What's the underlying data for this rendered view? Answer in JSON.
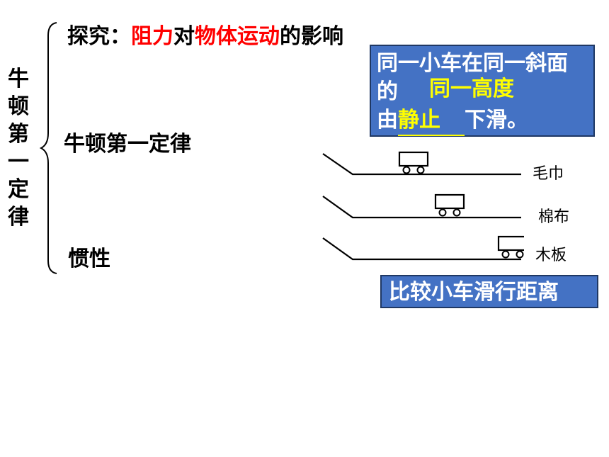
{
  "left_title_chars": [
    "牛",
    "顿",
    "第",
    "一",
    "定",
    "律"
  ],
  "heading": {
    "prefix": "探究：",
    "part1": "阻力",
    "mid": "对",
    "part2": "物体运动",
    "suffix": "的影响"
  },
  "branch_law": "牛顿第一定律",
  "branch_inertia": "惯性",
  "condition_box": {
    "line1": "同一小车在同一斜面",
    "line2_prefix": "的",
    "line2_answer": "同一高度",
    "line3_prefix": "由",
    "line3_answer": "静止",
    "line3_suffix": "下滑。"
  },
  "surfaces": [
    "毛巾",
    "棉布",
    "木板"
  ],
  "compare_box": "比较小车滑行距离",
  "colors": {
    "highlight_red": "#ff0000",
    "box_blue": "#4472c4",
    "answer_yellow": "#ffff00"
  }
}
